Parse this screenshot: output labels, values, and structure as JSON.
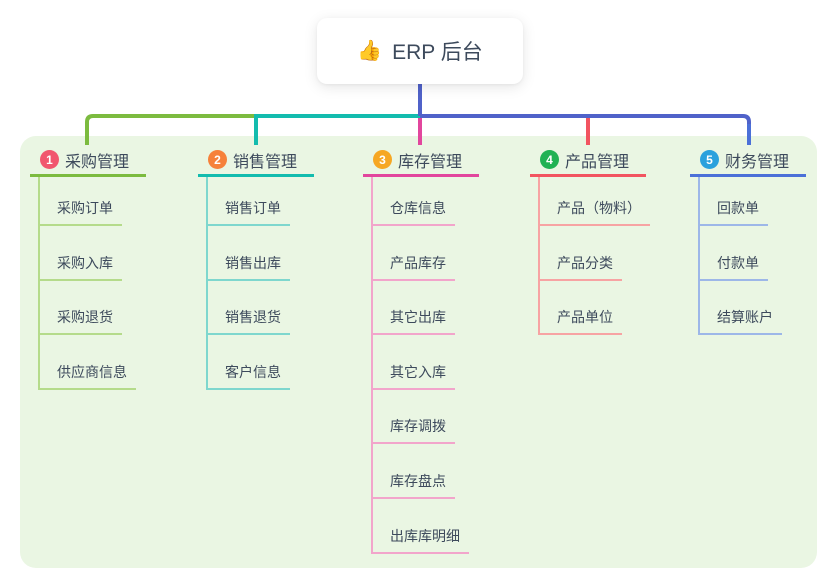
{
  "root": {
    "icon": "👍",
    "title": "ERP 后台",
    "connector_color": "#5062c9"
  },
  "canvas": {
    "background": "#ffffff",
    "panel_color": "#eaf6e3",
    "text_color": "#3d4a5c"
  },
  "branches": [
    {
      "badge": "1",
      "badge_color": "#f1566e",
      "title": "采购管理",
      "line_color": "#7cbb3f",
      "child_line_color": "#b5db8b",
      "children": [
        "采购订单",
        "采购入库",
        "采购退货",
        "供应商信息"
      ]
    },
    {
      "badge": "2",
      "badge_color": "#f6813a",
      "title": "销售管理",
      "line_color": "#13bcae",
      "child_line_color": "#7ed7ce",
      "children": [
        "销售订单",
        "销售出库",
        "销售退货",
        "客户信息"
      ]
    },
    {
      "badge": "3",
      "badge_color": "#f6a723",
      "title": "库存管理",
      "line_color": "#e2469d",
      "child_line_color": "#f2a5cb",
      "children": [
        "仓库信息",
        "产品库存",
        "其它出库",
        "其它入库",
        "库存调拨",
        "库存盘点",
        "出库库明细"
      ]
    },
    {
      "badge": "4",
      "badge_color": "#21b254",
      "title": "产品管理",
      "line_color": "#f25460",
      "child_line_color": "#f7a3a3",
      "children": [
        "产品（物料）",
        "产品分类",
        "产品单位"
      ]
    },
    {
      "badge": "5",
      "badge_color": "#2aa1dd",
      "title": "财务管理",
      "line_color": "#4b70d8",
      "child_line_color": "#9db7e8",
      "children": [
        "回款单",
        "付款单",
        "结算账户"
      ]
    }
  ]
}
